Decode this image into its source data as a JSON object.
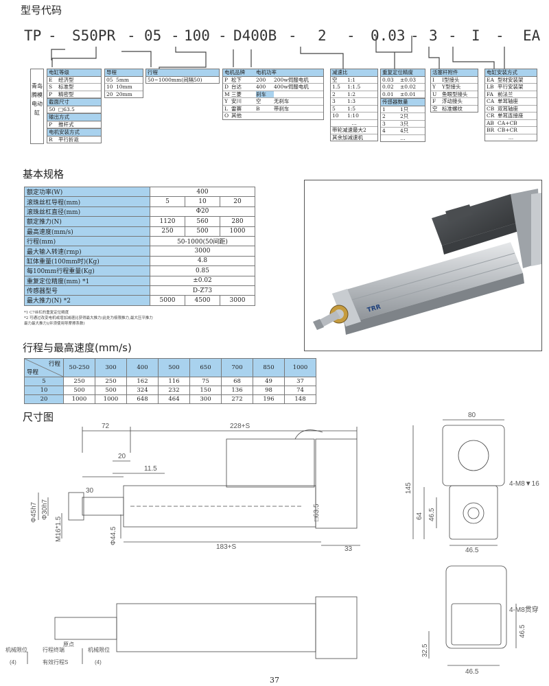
{
  "sections": {
    "model_code": "型号代码",
    "basic_specs": "基本规格",
    "stroke_speed": "行程与最高速度(mm/s)",
    "dimensions": "尺寸图"
  },
  "model_code_parts": [
    "TP",
    "-",
    "S50PR",
    "-",
    "05",
    "-",
    "100",
    "-",
    "D400B",
    "-",
    "2",
    "-",
    "0.03",
    "-",
    "3",
    "-",
    "I",
    "-",
    "EA"
  ],
  "brand_label": "青岛腾模电动缸",
  "code_boxes": {
    "series": {
      "title": "电缸等级",
      "rows": [
        [
          "E",
          "经济型"
        ],
        [
          "S",
          "标准型"
        ],
        [
          "P",
          "精密型"
        ]
      ],
      "sub1": "截面尺寸",
      "sub1_rows": [
        [
          "50",
          "□63.5"
        ]
      ],
      "sub2": "输出方式",
      "sub2_rows": [
        [
          "P",
          "推杆式"
        ]
      ],
      "sub3": "电机安装方式",
      "sub3_rows": [
        [
          "R",
          "平行折返"
        ]
      ]
    },
    "lead": {
      "title": "导程",
      "rows": [
        [
          "05",
          "5mm"
        ],
        [
          "10",
          "10mm"
        ],
        [
          "20",
          "20mm"
        ]
      ]
    },
    "stroke": {
      "title": "行程",
      "rows": [
        [
          "50~1000mm(间隔50)"
        ]
      ]
    },
    "motor": {
      "title1": "电机品牌",
      "title2": "电机功率",
      "rows": [
        [
          "P",
          "松下",
          "200",
          "200w伺服电机"
        ],
        [
          "D",
          "台达",
          "400",
          "400w伺服电机"
        ],
        [
          "M",
          "三菱",
          "刹车",
          ""
        ],
        [
          "Y",
          "安川",
          "空",
          "无刹车"
        ],
        [
          "L",
          "雷赛",
          "B",
          "带刹车"
        ],
        [
          "O",
          "其他",
          "",
          ""
        ]
      ]
    },
    "reducer": {
      "title": "减速比",
      "rows": [
        [
          "空",
          "1:1"
        ],
        [
          "1.5",
          "1:1.5"
        ],
        [
          "2",
          "1:2"
        ],
        [
          "3",
          "1:3"
        ],
        [
          "5",
          "1:5"
        ],
        [
          "10",
          "1:10"
        ],
        [
          "…",
          ""
        ]
      ],
      "note1": "带轮减速最大2",
      "note2": "其余加减速机"
    },
    "repeat": {
      "title": "重复定位精度",
      "rows": [
        [
          "0.03",
          "±0.03"
        ],
        [
          "0.02",
          "±0.02"
        ],
        [
          "0.01",
          "±0.01"
        ]
      ],
      "sub": "传感器数量",
      "sub_rows": [
        [
          "1",
          "1只"
        ],
        [
          "2",
          "2只"
        ],
        [
          "3",
          "3只"
        ],
        [
          "4",
          "4只"
        ],
        [
          "…",
          ""
        ]
      ]
    },
    "rod": {
      "title": "活塞杆附件",
      "rows": [
        [
          "I",
          "I型接头"
        ],
        [
          "Y",
          "Y型接头"
        ],
        [
          "U",
          "鱼眼型接头"
        ],
        [
          "F",
          "浮动接头"
        ],
        [
          "空",
          "标准螺纹"
        ]
      ]
    },
    "mount": {
      "title": "电缸安装方式",
      "rows": [
        [
          "EA",
          "型材安装架"
        ],
        [
          "LB",
          "平行安装架"
        ],
        [
          "FA",
          "前法兰"
        ],
        [
          "CA",
          "单耳轴座"
        ],
        [
          "CB",
          "双耳轴座"
        ],
        [
          "CR",
          "单耳连接座"
        ],
        [
          "AB",
          "CA+CB"
        ],
        [
          "BR",
          "CB+CR"
        ],
        [
          "…",
          ""
        ]
      ]
    }
  },
  "spec_table": [
    {
      "label": "额定功率(W)",
      "values": [
        "400"
      ]
    },
    {
      "label": "滚珠丝杠导程(mm)",
      "values": [
        "5",
        "10",
        "20"
      ]
    },
    {
      "label": "滚珠丝杠直径(mm)",
      "values": [
        "Φ20"
      ]
    },
    {
      "label": "额定推力(N)",
      "values": [
        "1120",
        "560",
        "280"
      ]
    },
    {
      "label": "最高速度(mm/s)",
      "values": [
        "250",
        "500",
        "1000"
      ]
    },
    {
      "label": "行程(mm)",
      "values": [
        "50-1000(50间距)"
      ]
    },
    {
      "label": "最大输入转速(rmp)",
      "values": [
        "3000"
      ]
    },
    {
      "label": "缸体重量(100mm时)(Kg)",
      "values": [
        "4.8"
      ]
    },
    {
      "label": "每100mm行程重量(Kg)",
      "values": [
        "0.85"
      ]
    },
    {
      "label": "重复定位精度(mm) *1",
      "values": [
        "±0.02"
      ]
    },
    {
      "label": "传感器型号",
      "values": [
        "D-Z73"
      ]
    },
    {
      "label": "最大推力(N) *2",
      "values": [
        "5000",
        "4500",
        "3000"
      ]
    }
  ],
  "notes": [
    "*1 C7丝杠的重复定位精度",
    "*2 可通过改变电机或增加减速比获得最大推力(此处为极限推力,最大压平推力",
    "  最力最大推力)/并须使用导摩擦系数)"
  ],
  "speed_table": {
    "corner_top": "行程",
    "corner_bottom": "导程",
    "strokes": [
      "50-250",
      "300",
      "400",
      "500",
      "650",
      "700",
      "850",
      "1000"
    ],
    "rows": [
      {
        "lead": "5",
        "values": [
          "250",
          "250",
          "162",
          "116",
          "75",
          "68",
          "49",
          "37"
        ]
      },
      {
        "lead": "10",
        "values": [
          "500",
          "500",
          "324",
          "232",
          "150",
          "136",
          "98",
          "74"
        ]
      },
      {
        "lead": "20",
        "values": [
          "1000",
          "1000",
          "648",
          "464",
          "300",
          "272",
          "196",
          "148"
        ]
      }
    ]
  },
  "dims": {
    "d72": "72",
    "d228": "228+S",
    "d20": "20",
    "d11_5": "11.5",
    "d30": "30",
    "d45h7": "Φ45h7",
    "d30h7": "Φ30h7",
    "dm16": "M16*1.5",
    "d44_5": "Φ44.5",
    "d183": "183+S",
    "d33": "33",
    "d63_5": "□63.5",
    "d80": "80",
    "d145": "145",
    "d64": "64",
    "d46_5a": "46.5",
    "d46_5b": "46.5",
    "m8_16": "4-M8▼16",
    "m8_thru": "4-M8贯穿",
    "d32_5": "32.5",
    "d46_5c": "46.5",
    "d46_5d": "46.5",
    "lim_left": "机械限位",
    "lim_left_v": "(4)",
    "stroke_end": "行程终端",
    "eff_stroke": "有效行程S",
    "origin": "原点",
    "lim_right": "机械限位",
    "lim_right_v": "(4)"
  },
  "page_number": "37"
}
